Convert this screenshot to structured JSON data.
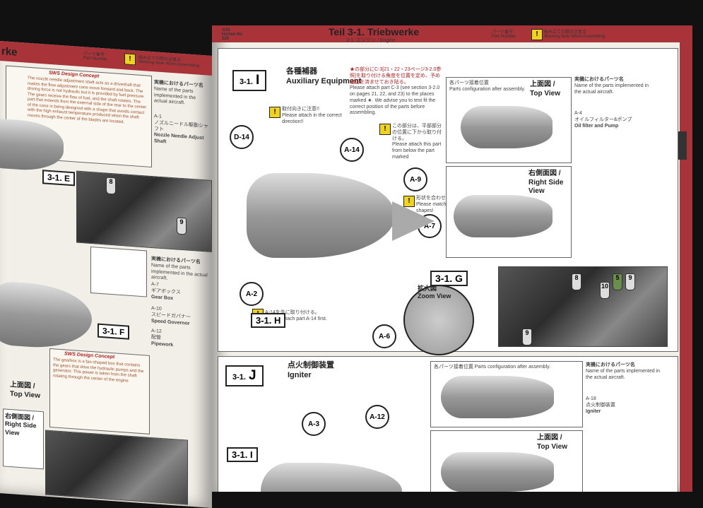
{
  "left": {
    "header_title": "rke",
    "legend_part": "パーツ番号",
    "legend_part_en": "Part Number",
    "legend_warn": "組み立ての際の注意点",
    "legend_warn_en": "Warning Note When Assembling",
    "sws_title": "SWS Design Concept",
    "sws_title2": "SWS Design Concept",
    "sws_text_en": "The nozzle needle adjustment shaft acts as a driveshaft that makes the flow adjustment cone move forward and back. The driving force is not hydraulic but it is provided by fuel pressure. The gears receive the flow of fuel, and the shaft rotates. The part that extends from the external side of the rear to the center of the cone is being designed with a shape that avoids contact with the high exhaust temperature produced when the shaft moves through the center of the blades are located.",
    "sws_text2_en": "The gearbox is a fan-shaped box that contains the gears that drive the hydraulic pumps and the generator. This power is taken from the shaft rotating through the center of the engine",
    "actual_title": "実機におけるパーツ名",
    "actual_title_en": "Name of the parts implemented in the actual aircraft.",
    "a1": "A-1",
    "a1_jp": "ノズルニードル駆動シャフト",
    "a1_en": "Nozzle Needle Adjust Shaft",
    "a7": "A-7",
    "a7_jp": "ギアボックス",
    "a7_en": "Gear Box",
    "a10": "A-10",
    "a10_jp": "スピードガバナー",
    "a10_en": "Speed Governor",
    "a12": "A-12",
    "a12_jp": "配管",
    "a12_en": "Pipework",
    "step_e": "3-1. E",
    "step_f": "3-1. F",
    "top_view_jp": "上面図 /",
    "top_view": "Top View",
    "side_view_jp": "右側面図 /",
    "side_view": "Right Side View"
  },
  "right": {
    "scale": "1/32 Horten No 229",
    "title": "Teil 3-1. Triebwerke",
    "subtitle": "3-1. エンジン / Engine",
    "legend_part": "パーツ番号",
    "legend_part_en": "Part Number",
    "legend_warn": "組み立ての際の注意点",
    "legend_warn_en": "Warning Note When Assembling",
    "step_i": {
      "num": "3-1.",
      "letter": "I",
      "jp": "各種補器",
      "en": "Auxiliary Equipment",
      "note1_jp": "取付向きに注意!!",
      "note1_en": "Please attach in the correct direction!!",
      "note2_jp": "★の部分にC-3[21・22・23ページ3-2.0参照]を取り付ける角度を位置を定め、予め確認を済ませておき貼る。",
      "note2_en": "Please attach part C-3 (see section 3-2.0 on pages 21, 22, and 23) to the places marked ★. We advise you to test fit the correct position of the parts before assembling.",
      "note3_jp": "この部分は、平部部分の位置に下から取り付ける。",
      "note3_en": "Please attach this part from below the part marked",
      "note4_jp": "形状を合わせる!",
      "note4_en": "Please match the shapes!",
      "note5_jp": "A-14を先に取り付ける。",
      "note5_en": "Please attach part A-14 first.",
      "config_jp": "各パーツ接着位置",
      "config_en": "Parts configuration after assembly.",
      "top_jp": "上面図 /",
      "top_en": "Top View",
      "side_jp": "右側面図 /",
      "side_en": "Right Side View",
      "zoom_jp": "拡大図",
      "zoom_en": "Zoom View",
      "actual_title": "実機におけるパーツ名",
      "actual_en": "Name of the parts implemented in the actual aircraft.",
      "a4": "A-4",
      "a4_jp": "オイルフィルター&ポンプ",
      "a4_en": "Oil filter and Pump",
      "parts": [
        "D-14",
        "A-14",
        "A-9",
        "A-7",
        "A-2",
        "A-6"
      ],
      "sub_g": "3-1. G",
      "sub_h": "3-1. H"
    },
    "step_j": {
      "num": "3-1.",
      "letter": "J",
      "jp": "点火制御装置",
      "en": "Igniter",
      "config": "各パーツ接着位置  Parts configuration after assembly.",
      "top_jp": "上面図 /",
      "top_en": "Top View",
      "actual_title": "実機におけるパーツ名",
      "actual_en": "Name of the parts implemented in the actual aircraft.",
      "a18": "A-18",
      "a18_jp": "点火制御装置",
      "a18_en": "Igniter",
      "parts": [
        "A-3",
        "A-12"
      ],
      "sub_i": "3-1. I"
    },
    "paint": [
      "8",
      "5",
      "9",
      "10",
      "9"
    ]
  },
  "colors": {
    "band": "#a8343a",
    "paper": "#f2efe8",
    "warn": "#f0d31c",
    "bg": "#111111"
  }
}
